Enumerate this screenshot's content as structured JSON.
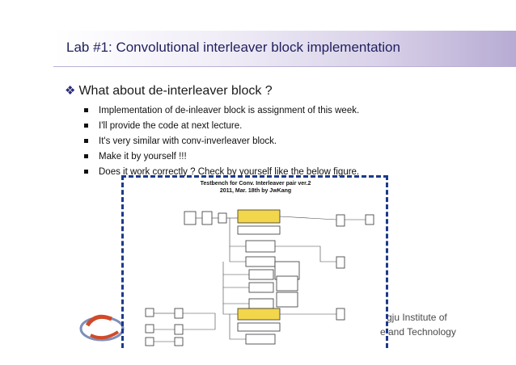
{
  "slide": {
    "title": "Lab #1: Convolutional interleaver block implementation",
    "main_point": "What about de-interleaver block ?",
    "bullets": [
      "Implementation of de-inleaver block is assignment of this week.",
      "I'll provide the code at next lecture.",
      "It's very similar with conv-inverleaver block.",
      "Make it by yourself !!!",
      "Does it work correctly ? Check by yourself like the below figure."
    ]
  },
  "figure": {
    "title_line1": "Testbench for Conv. Interleaver pair ver.2",
    "title_line2": "2011, Mar. 18th by JwKang"
  },
  "footer": {
    "institute_line1": "gju Institute of",
    "institute_line2": "e and Technology"
  },
  "colors": {
    "title_text": "#1f1f5e",
    "dash_border": "#1b3a8a",
    "yellow_block": "#f2d64b"
  }
}
